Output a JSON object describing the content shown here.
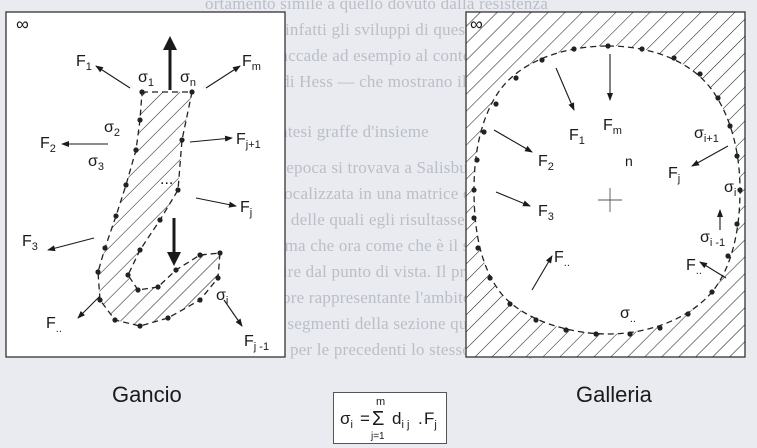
{
  "background_text": [
    "ortamento simile a quello dovuto dalla resistenza",
    "ente finita: infatti gli sviluppi di queste linee",
    "ne ciò che accade ad esempio al contorno di",
    "dipolo di Hess — che mostrano il",
    "le parentesi graffe d'insieme",
    "A quell'epoca si trovava a Salisburgo in occasione",
    "pianta localizzata in una matrice di punti",
    "delicate delle quali egli risultasse per la",
    "lepore, ma che ora come che è il segno di rotazione",
    "s a partire dal punto di vista. Il prodotto della",
    "un tensore rappresentante l'ambito dal contorno",
    "con dei segmenti della sezione qua integrata per",
    "Scartati per le precedenti lo stesso ambito presente"
  ],
  "left_panel": {
    "infinity": "∞",
    "caption": "Gancio",
    "labels": {
      "F1": {
        "base": "F",
        "sub": "1"
      },
      "Fm": {
        "base": "F",
        "sub": "m"
      },
      "F2": {
        "base": "F",
        "sub": "2"
      },
      "F3": {
        "base": "F",
        "sub": "3"
      },
      "Fdots": {
        "base": "F",
        "sub": ".."
      },
      "Fj1": {
        "base": "F",
        "sub": "j+1"
      },
      "Fj": {
        "base": "F",
        "sub": "j"
      },
      "Fjm1": {
        "base": "F",
        "sub": "j -1"
      },
      "s1": {
        "base": "σ",
        "sub": "1"
      },
      "sn": {
        "base": "σ",
        "sub": "n"
      },
      "s2": {
        "base": "σ",
        "sub": "2"
      },
      "s3": {
        "base": "σ",
        "sub": "3"
      },
      "si": {
        "base": "σ",
        "sub": "i"
      },
      "ellipsis": "..."
    }
  },
  "right_panel": {
    "infinity": "∞",
    "caption": "Galleria",
    "labels": {
      "F1": {
        "base": "F",
        "sub": "1"
      },
      "Fm": {
        "base": "F",
        "sub": "m"
      },
      "F2": {
        "base": "F",
        "sub": "2"
      },
      "F3": {
        "base": "F",
        "sub": "3"
      },
      "Fj": {
        "base": "F",
        "sub": "j"
      },
      "Fdots1": {
        "base": "F",
        "sub": ".."
      },
      "Fdots2": {
        "base": "F",
        "sub": ".."
      },
      "si1": {
        "base": "σ",
        "sub": "i+1"
      },
      "si": {
        "base": "σ",
        "sub": "i"
      },
      "sim1": {
        "base": "σ",
        "sub": "i -1"
      },
      "sdots": {
        "base": "σ",
        "sub": ".."
      },
      "n": "n"
    }
  },
  "formula": {
    "lhs_base": "σ",
    "lhs_sub": "i",
    "eq": "=",
    "sigma": "Σ",
    "sum_top": "m",
    "sum_bottom": "j=1",
    "d_base": "d",
    "d_sub": "i j",
    "dot": ".",
    "F_base": "F",
    "F_sub": "j"
  }
}
